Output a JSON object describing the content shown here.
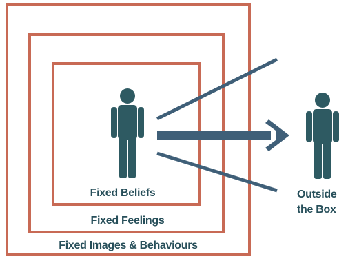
{
  "labels": {
    "beliefs": "Fixed Beliefs",
    "feelings": "Fixed Feelings",
    "images": "Fixed Images & Behaviours",
    "outside_line1": "Outside",
    "outside_line2": "the Box"
  },
  "colors": {
    "frame": "#c86a55",
    "figure": "#2e5a62",
    "arrow": "#3f5f78",
    "text": "#274f5a"
  },
  "icons": {
    "inside_person": "person-icon",
    "outside_person": "person-icon"
  }
}
